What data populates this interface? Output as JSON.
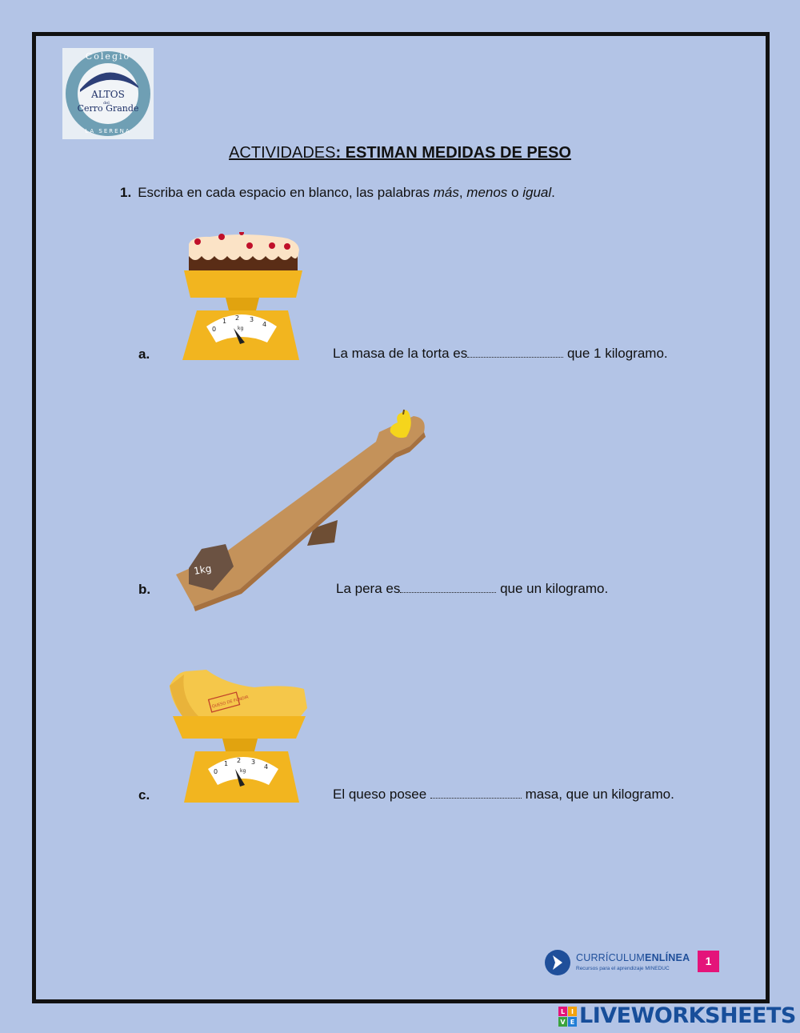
{
  "logo": {
    "top_text": "Colegio",
    "line1": "ALTOS",
    "line2": "del",
    "line3": "Cerro Grande",
    "bottom_text": "LA SERENA"
  },
  "title": {
    "prefix": "ACTIVIDADES",
    "bold": ": ESTIMAN MEDIDAS DE PESO"
  },
  "instruction": {
    "number": "1.",
    "text_start": "Escriba en cada espacio en blanco, las palabras ",
    "word1": "más",
    "sep1": ", ",
    "word2": "menos",
    "sep2": " o ",
    "word3": "igual",
    "end": "."
  },
  "items": [
    {
      "letter": "a.",
      "before": "La masa  de la torta es",
      "after": " que 1 kilogramo.",
      "scale_labels": [
        "0",
        "1",
        "2",
        "3",
        "4"
      ],
      "unit": "kg"
    },
    {
      "letter": "b.",
      "before": "La pera es",
      "after": " que un kilogramo.",
      "weight_label": "1kg"
    },
    {
      "letter": "c.",
      "before": "El queso  posee ",
      "after": " masa, que un kilogramo.",
      "scale_labels": [
        "0",
        "1",
        "2",
        "3",
        "4"
      ],
      "unit": "kg",
      "cheese_label": "QUESO DE FUNDIR"
    }
  ],
  "footer": {
    "brand_regular": "CURRÍCULUM",
    "brand_bold": "ENLÍNEA",
    "brand_sub": "Recursos para el aprendizaje MINEDUC",
    "page": "1",
    "watermark": "LIVEWORKSHEETS",
    "watermark_letters": [
      "L",
      "I",
      "V",
      "E"
    ]
  },
  "colors": {
    "background": "#b3c4e6",
    "scale_yellow": "#f2b51f",
    "plank": "#c4925a",
    "pink": "#e4147a",
    "brand_blue": "#1f4f9a"
  }
}
